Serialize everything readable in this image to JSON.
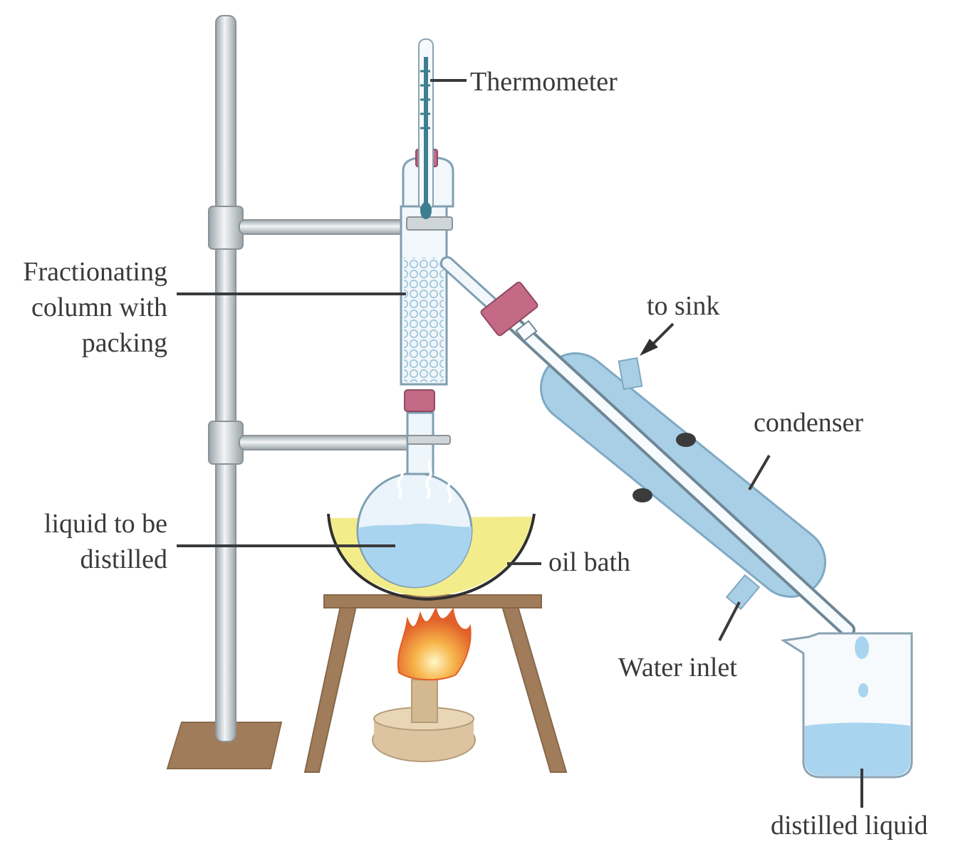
{
  "labels": {
    "thermometer": "Thermometer",
    "column_line1": "Fractionating",
    "column_line2": "column with",
    "column_line3": "packing",
    "to_sink": "to sink",
    "condenser": "condenser",
    "liquid_line1": "liquid to be",
    "liquid_line2": "distilled",
    "oil_bath": "oil bath",
    "water_inlet": "Water inlet",
    "distilled_liquid": "distilled liquid"
  },
  "colors": {
    "liquid": "#a9d4ef",
    "oil": "#f2ec8a",
    "stopper": "#c46a86",
    "wood": "#a07c5a",
    "steel": "#cfd6da",
    "condenser_jacket": "#a9cfe6",
    "text": "#3a3a3a"
  }
}
